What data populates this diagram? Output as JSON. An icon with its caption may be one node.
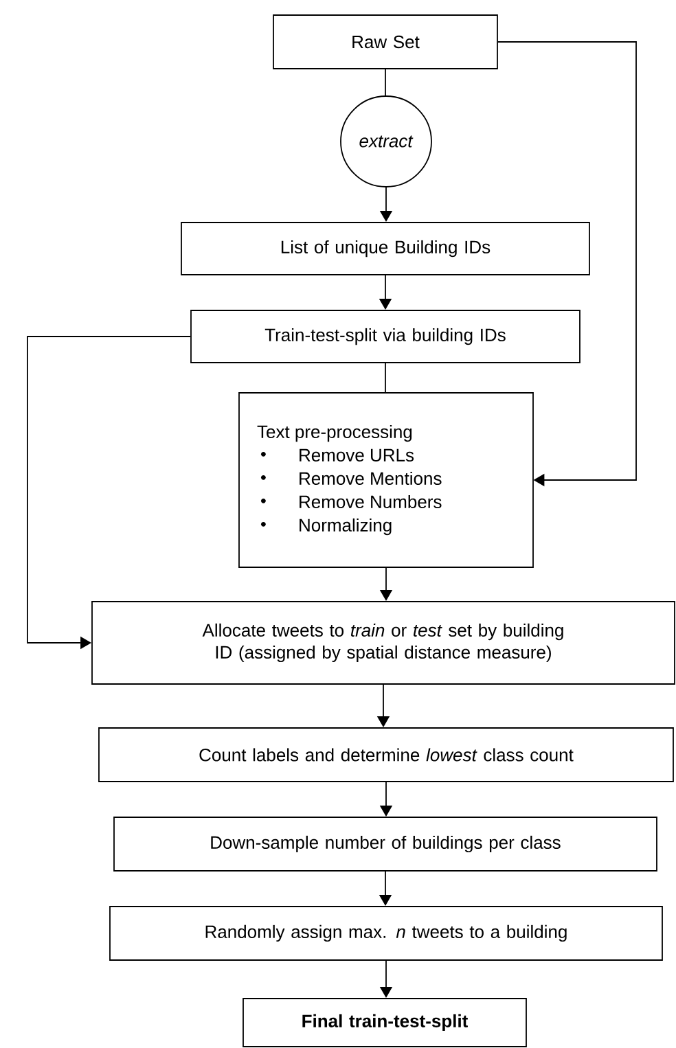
{
  "diagram": {
    "nodes": [
      {
        "text": [
          "Raw Set"
        ]
      },
      {
        "text": [
          "*extract*"
        ]
      },
      {
        "text": [
          "List of unique Building IDs"
        ]
      },
      {
        "text": [
          "Train-test-split via building IDs"
        ]
      },
      {
        "text": [
          "Text pre-processing",
          "Remove URLs",
          "Remove Mentions",
          "Remove Numbers",
          "Normalizing"
        ]
      },
      {
        "text": [
          "Allocate tweets to *train* or *test* set by building ID (assigned by spatial distance measure)"
        ]
      },
      {
        "text": [
          "Count labels and determine *lowest* class count"
        ]
      },
      {
        "text": [
          "Down-sample number of buildings per class"
        ]
      },
      {
        "text": [
          "Randomly assign max. *n* tweets to a building"
        ]
      },
      {
        "text": [
          "Final train-test-split"
        ]
      }
    ],
    "edges": [
      {
        "from": 0,
        "to": 1,
        "arrow": "none"
      },
      {
        "from": 1,
        "to": 2,
        "arrow": "to"
      },
      {
        "from": 2,
        "to": 3,
        "arrow": "to"
      },
      {
        "from": 3,
        "to": 4,
        "arrow": "none"
      },
      {
        "from": 0,
        "to": 4,
        "arrow": "to"
      },
      {
        "from": 3,
        "to": 5,
        "arrow": "to"
      },
      {
        "from": 4,
        "to": 5,
        "arrow": "to"
      },
      {
        "from": 5,
        "to": 6,
        "arrow": "to"
      },
      {
        "from": 6,
        "to": 7,
        "arrow": "to"
      },
      {
        "from": 7,
        "to": 8,
        "arrow": "to"
      },
      {
        "from": 8,
        "to": 9,
        "arrow": "to"
      }
    ]
  }
}
